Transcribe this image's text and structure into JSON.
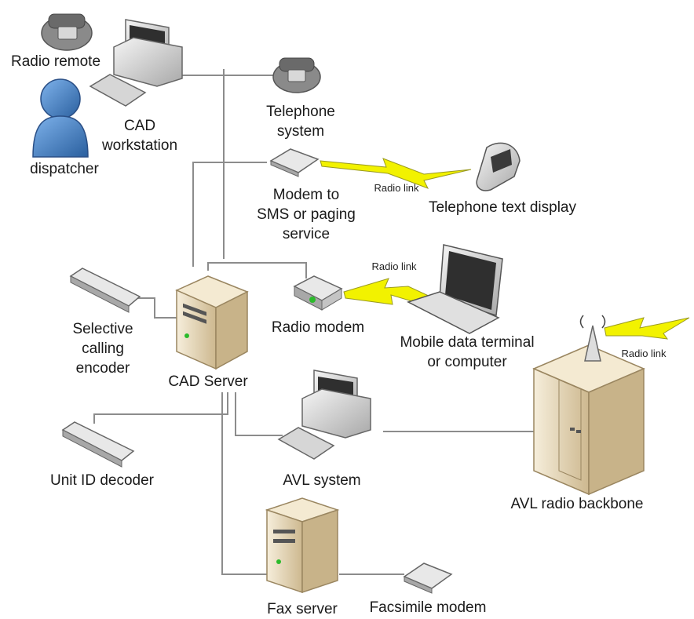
{
  "diagram": {
    "nodes": {
      "radio_remote": "Radio remote",
      "cad_workstation": "CAD\nworkstation",
      "dispatcher": "dispatcher",
      "telephone_system": "Telephone\nsystem",
      "modem_sms": "Modem to\nSMS or paging\nservice",
      "telephone_text_display": "Telephone text display",
      "radio_modem": "Radio modem",
      "mobile_data_terminal": "Mobile data terminal\nor computer",
      "selective_calling_encoder": "Selective\ncalling\nencoder",
      "cad_server": "CAD Server",
      "unit_id_decoder": "Unit ID decoder",
      "avl_system": "AVL system",
      "avl_radio_backbone": "AVL radio backbone",
      "fax_server": "Fax server",
      "facsimile_modem": "Facsimile modem"
    },
    "links": {
      "radio_link_1": "Radio link",
      "radio_link_2": "Radio link",
      "radio_link_3": "Radio link"
    },
    "colors": {
      "line": "#8c8c8c",
      "lightning": "#f2f200",
      "lightning_stroke": "#9a9a20",
      "person": "#3f7fc9",
      "tan": "#e9dcc0",
      "tan_dark": "#b8a47c"
    }
  }
}
